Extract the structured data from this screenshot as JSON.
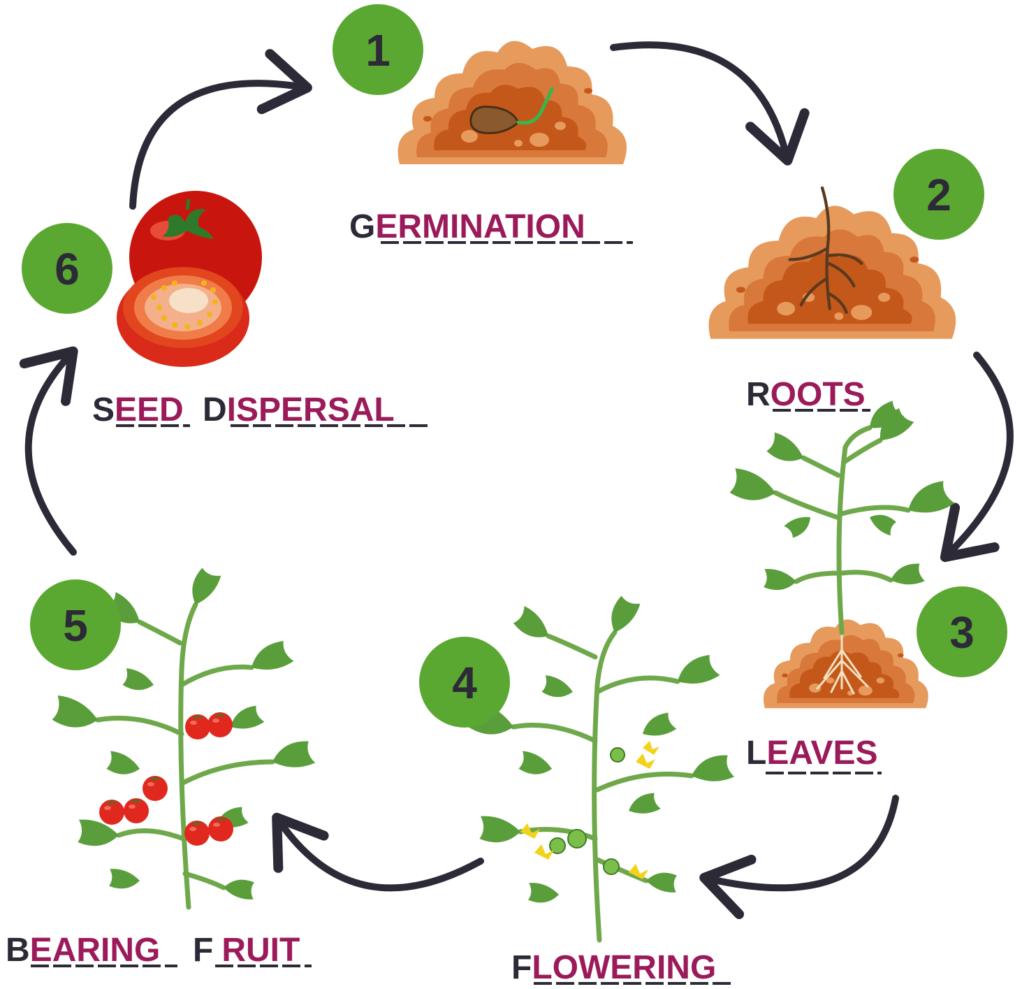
{
  "colors": {
    "badge_green": "#5aa832",
    "badge_text": "#2d2a37",
    "arrow": "#2d2a37",
    "given_letter": "#2d2a37",
    "filled_letters": "#9b1b5a",
    "soil_dark": "#c4581a",
    "soil_mid": "#d8783a",
    "soil_light": "#e69a5c",
    "leaf": "#5a9e3c",
    "stem": "#6fa84a",
    "tomato": "#e0281e",
    "flower": "#f2d21a"
  },
  "stages": [
    {
      "number": "1",
      "given": "G",
      "filled": "ERMINATION",
      "icon": "seed-in-soil-icon"
    },
    {
      "number": "2",
      "given": "R",
      "filled": "OOTS",
      "icon": "roots-in-soil-icon"
    },
    {
      "number": "3",
      "given": "L",
      "filled": "EAVES",
      "icon": "seedling-icon"
    },
    {
      "number": "4",
      "given": "F",
      "filled": "LOWERING",
      "icon": "flowering-plant-icon"
    },
    {
      "number": "5",
      "words": [
        {
          "given": "B",
          "filled": "EARING"
        },
        {
          "given": "F",
          "filled": "RUIT"
        }
      ],
      "icon": "fruiting-plant-icon"
    },
    {
      "number": "6",
      "words": [
        {
          "given": "S",
          "filled": "EED"
        },
        {
          "given": "D",
          "filled": "ISPERSAL"
        }
      ],
      "icon": "cut-tomato-icon"
    }
  ]
}
